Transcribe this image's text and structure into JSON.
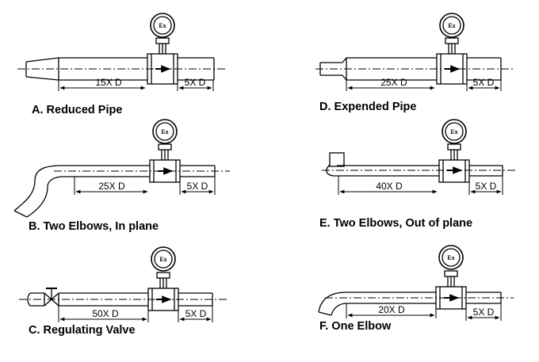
{
  "transmitter_label": "Ex",
  "panels": [
    {
      "id": "a",
      "caption": "A. Reduced Pipe",
      "upstream": "15X D",
      "downstream": "5X D"
    },
    {
      "id": "d",
      "caption": "D. Expended Pipe",
      "upstream": "25X D",
      "downstream": "5X D"
    },
    {
      "id": "b",
      "caption": "B. Two Elbows, In plane",
      "upstream": "25X D",
      "downstream": "5X D"
    },
    {
      "id": "e",
      "caption": "E. Two Elbows, Out of plane",
      "upstream": "40X D",
      "downstream": "5X D"
    },
    {
      "id": "c",
      "caption": "C. Regulating Valve",
      "upstream": "50X D",
      "downstream": "5X D"
    },
    {
      "id": "f",
      "caption": "F. One Elbow",
      "upstream": "20X D",
      "downstream": "5X D"
    }
  ]
}
